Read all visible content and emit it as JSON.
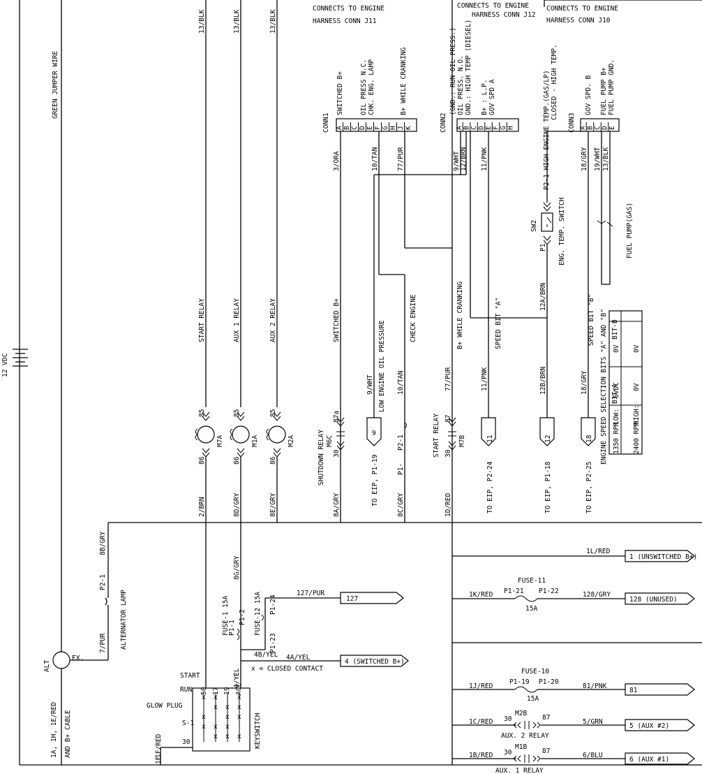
{
  "headers": {
    "j11": [
      "CONNECTS TO ENGINE",
      "HARNESS CONN J11"
    ],
    "j12": [
      "CONNECTS TO ENGINE",
      "HARNESS CONN J12"
    ],
    "j10": [
      "CONNECTS TO ENGINE",
      "HARNESS CONN J10"
    ]
  },
  "left": {
    "supply": "12 VDC",
    "jumper": "GREEN JUMPER WIRE",
    "cable1": "1A, 1H, 1E/RED",
    "cable2": "AND B+ CABLE",
    "alt": "ALT",
    "ex": "EX.",
    "alt_lamp": "ALTERNATOR LAMP",
    "p21": "P2-1",
    "w7pur": "7/PUR",
    "w8bgry": "8B/GRY"
  },
  "top_wires": {
    "w1": "13/BLK",
    "w2": "13/BLK",
    "w3": "13/BLK"
  },
  "conn1": {
    "name": "CONN1",
    "pins": [
      "A",
      "B",
      "C",
      "D",
      "E",
      "F",
      "G",
      "H",
      "J",
      "K"
    ],
    "func_a": "SWITCHED B+",
    "func_f1": "OIL PRESS N.C.",
    "func_f2": "CHK. ENG. LAMP",
    "func_j": "B+ WHILE CRANKING",
    "wa": "3/ORA",
    "wf": "10/TAN",
    "wj": "77/PUR"
  },
  "conn2": {
    "name": "CONN2",
    "pins": [
      "A",
      "B",
      "C",
      "D",
      "E",
      "F",
      "G",
      "H"
    ],
    "func_a1": "(GND.: RUN OIL PRESS.)",
    "func_a2": "OIL PRESS. N.O.",
    "func_a3": "GND.: HIGH TEMP (DIESEL)",
    "func_e1": "B+ : L.P.",
    "func_e2": "GOV SPD A",
    "wa": "9/WHT",
    "wb": "12/BRN",
    "we": "11/PNK"
  },
  "conn3": {
    "name": "CONN3",
    "pins": [
      "A",
      "B",
      "C",
      "D",
      "E"
    ],
    "func_a1": "P2-1 HIGH ENGINE TEMP.(GAS/LP)",
    "func_a2": "CLOSED - HIGH TEMP.",
    "func_c": "GOV SPD. B",
    "func_e1": "FUEL PUMP B+",
    "func_e2": "FUEL PUMP GND.",
    "wc": "18/GRY",
    "wd": "19/WHT",
    "we": "13/BLK"
  },
  "sw2": {
    "name": "SW2",
    "desc": "ENG. TEMP. SWITCH",
    "pin": "P1"
  },
  "fuel_pump": "FUEL PUMP(GAS)",
  "mid_labels": {
    "start_relay": "START RELAY",
    "aux1_relay": "AUX 1 RELAY",
    "aux2_relay": "AUX 2 RELAY",
    "switched_b": "SWITCHED B+",
    "low_oil": "LOW ENGINE OIL PRESSURE",
    "check_engine": "CHECK ENGINE",
    "b_cranking": "B+ WHILE CRANKING",
    "speed_a": "SPEED BIT \"A\"",
    "speed_b": "SPEED BIT \"B\"",
    "w12a": "12A/BRN",
    "w9wht": "9/WHT",
    "w10tan": "10/TAN",
    "w77pur": "77/PUR",
    "w11pnk": "11/PNK",
    "w12b": "12B/BRN",
    "w18gry": "18/GRY",
    "p21": "P2-1",
    "p1": "P1-",
    "n85": "85",
    "n86": "86",
    "m7a": "M7A",
    "m1a": "M1A",
    "m2a": "M2A",
    "shutdown": "SHUTDOWN RELAY",
    "m6c": "M6C",
    "n30": "30",
    "n87a": "87a",
    "n87": "87",
    "start_relay2": "START RELAY",
    "m7b": "M7B",
    "eip_p119": "TO EIP, P1-19",
    "eip_p224": "TO EIP, P2-24",
    "eip_p118": "TO EIP, P1-18",
    "eip_p225": "TO EIP, P2-25",
    "w2brn": "2/BRN",
    "w8dgry": "8D/GRY",
    "w8egry": "8E/GRY",
    "w8agry": "8A/GRY",
    "w8cgry": "8C/GRY",
    "w1dred": "1D/RED"
  },
  "flags": {
    "f9": "9",
    "f11": "11",
    "f12": "12",
    "f18": "18"
  },
  "speed_table": {
    "title": "ENGINE SPEED SELECTION BITS \"A\" AND \"B\"",
    "h1": "BIT-A",
    "h2": "BIT-B",
    "r1": [
      "1350 RPM",
      "LOW:",
      "5VDC",
      "0V"
    ],
    "r2": [
      "2400 RPM",
      "HIGH:",
      "0V",
      "0V"
    ]
  },
  "keyswitch": {
    "name": "KEYSWITCH",
    "start": "START",
    "run": "RUN",
    "glow": "GLOW PLUG",
    "s1": "S-1",
    "n50": "50",
    "n17": "17",
    "n19": "19",
    "acc": "ACC",
    "n30": "30",
    "w1f": "1F/RED",
    "w1e": "1E",
    "w4yel": "4/YEL",
    "w8ggry": "8G/GRY",
    "closed": "x = CLOSED CONTACT"
  },
  "fuses": {
    "f1": "FUSE-1 15A",
    "f1p1": "P1-1",
    "f1p2": "P1-2",
    "f12": "FUSE-12 15A",
    "f12p24": "P1-24",
    "f12p23": "P1-23",
    "f11": "FUSE-11",
    "f11a": "P1-21",
    "f11b": "P1-22",
    "f11r": "15A",
    "f10": "FUSE-10",
    "f10a": "P1-19",
    "f10b": "P1-20",
    "f10r": "15A"
  },
  "outputs": {
    "o127": "127",
    "w127": "127/PUR",
    "o4": "4  (SWITCHED B+)",
    "w4b": "4B/YEL",
    "w4a": "4A/YEL",
    "o1": "1  (UNSWITCHED B+)",
    "w1l": "1L/RED",
    "o128": "128  (UNUSED)",
    "w1k": "1K/RED",
    "w128": "128/GRY",
    "o81": "81",
    "w1j": "1J/RED",
    "w81": "81/PNK",
    "o5": "5   (AUX #2)",
    "w1c": "1C/RED",
    "w5": "5/GRN",
    "m2b": "M2B",
    "aux2": "AUX. 2 RELAY",
    "o6": "6   (AUX #1)",
    "w1b": "1B/RED",
    "w6": "6/BLU",
    "m1b": "M1B",
    "aux1": "AUX. 1 RELAY",
    "n30": "30",
    "n87": "87"
  }
}
